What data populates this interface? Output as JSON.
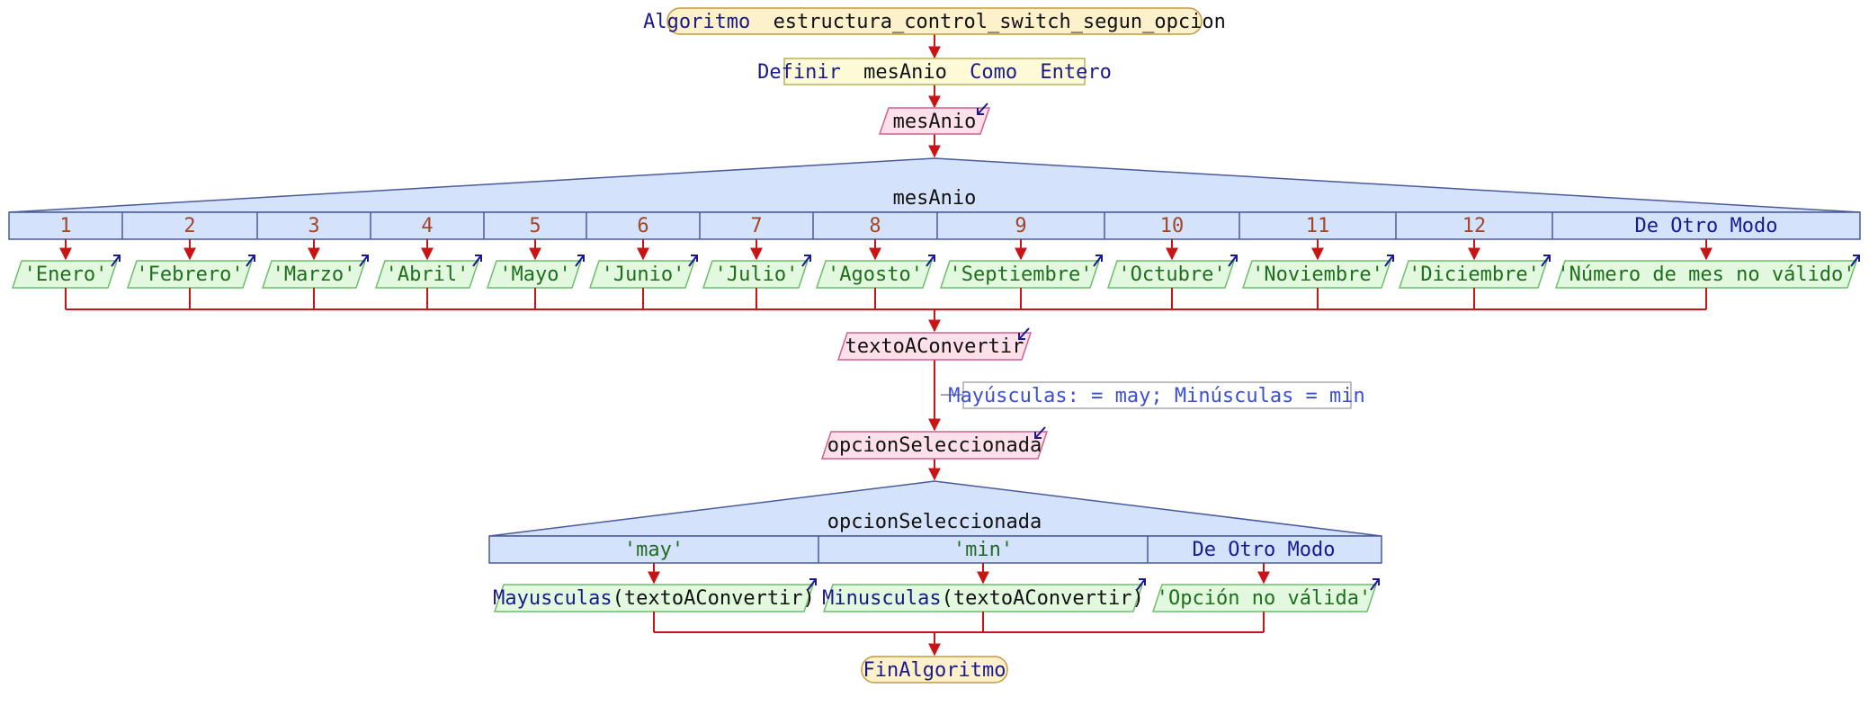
{
  "start": {
    "keyword": "Algoritmo",
    "name": "estructura_control_switch_segun_opcion"
  },
  "define": {
    "keyword": "Definir",
    "variable": "mesAnio",
    "keyword2": "Como",
    "type": "Entero"
  },
  "read1": {
    "variable": "mesAnio"
  },
  "switch1": {
    "expression": "mesAnio",
    "cases": [
      {
        "label": "1",
        "output": "'Enero'"
      },
      {
        "label": "2",
        "output": "'Febrero'"
      },
      {
        "label": "3",
        "output": "'Marzo'"
      },
      {
        "label": "4",
        "output": "'Abril'"
      },
      {
        "label": "5",
        "output": "'Mayo'"
      },
      {
        "label": "6",
        "output": "'Junio'"
      },
      {
        "label": "7",
        "output": "'Julio'"
      },
      {
        "label": "8",
        "output": "'Agosto'"
      },
      {
        "label": "9",
        "output": "'Septiembre'"
      },
      {
        "label": "10",
        "output": "'Octubre'"
      },
      {
        "label": "11",
        "output": "'Noviembre'"
      },
      {
        "label": "12",
        "output": "'Diciembre'"
      },
      {
        "label": "De Otro Modo",
        "output": "'Número de mes no válido'"
      }
    ]
  },
  "read2": {
    "variable": "textoAConvertir"
  },
  "comment": {
    "text": "Mayúsculas: = may; Minúsculas = min"
  },
  "read3": {
    "variable": "opcionSeleccionada"
  },
  "switch2": {
    "expression": "opcionSeleccionada",
    "cases": [
      {
        "label": "'may'",
        "output_func": "Mayusculas",
        "output_arg": "textoAConvertir"
      },
      {
        "label": "'min'",
        "output_func": "Minusculas",
        "output_arg": "textoAConvertir"
      },
      {
        "label": "De Otro Modo",
        "output_string": "'Opción no válida'"
      }
    ]
  },
  "end": {
    "keyword": "FinAlgoritmo"
  }
}
